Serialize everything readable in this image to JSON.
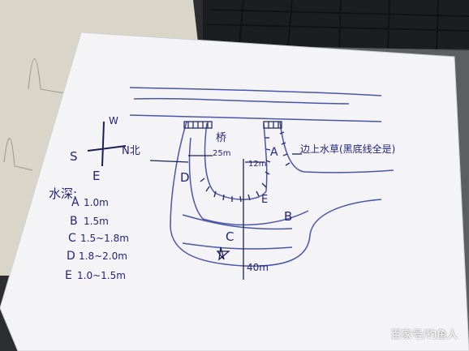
{
  "sketch": {
    "compass": {
      "west": "W",
      "south": "S",
      "east": "E",
      "north": "N北"
    },
    "labels": {
      "bridge": "桥",
      "width_25": "25m",
      "width_12": "12m",
      "bank_weeds": "边上水草(黑底线全是)",
      "zone_a": "A",
      "zone_b": "B",
      "zone_c": "C",
      "zone_d": "D",
      "zone_e": "E",
      "dist_40": "40m"
    },
    "depth_legend": {
      "title": "水深:",
      "items": [
        {
          "zone": "A",
          "depth": "1.0m"
        },
        {
          "zone": "B",
          "depth": "1.5m"
        },
        {
          "zone": "C",
          "depth": "1.5~1.8m"
        },
        {
          "zone": "D",
          "depth": "1.8~2.0m"
        },
        {
          "zone": "E",
          "depth": "1.0~1.5m"
        }
      ]
    }
  },
  "watermark": "百家号/钓鱼人"
}
